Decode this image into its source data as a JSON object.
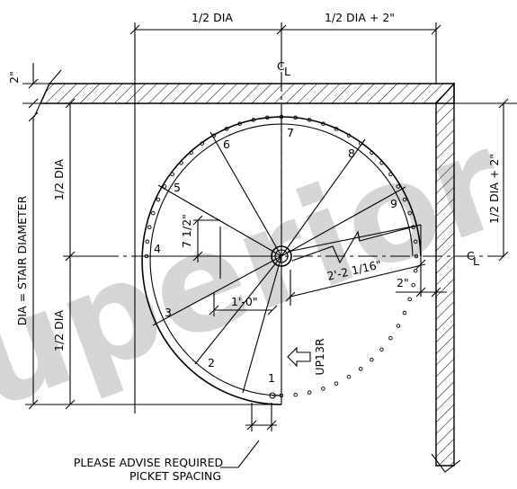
{
  "watermark": "uperior S",
  "labels": {
    "top_left_dim": "1/2 DIA",
    "top_right_dim": "1/2 DIA + 2\"",
    "wall_thickness": "2\"",
    "centerline_top": "C",
    "centerline_top_sub": "L",
    "centerline_right": "C",
    "centerline_right_sub": "L",
    "left_upper_dim": "1/2 DIA",
    "left_lower_dim": "1/2 DIA",
    "stair_diameter": "DIA = STAIR DIAMETER",
    "right_dim": "1/2 DIA + 2\"",
    "radius_dim": "2'-2 1/16\"",
    "gap_dim": "2\"",
    "rise_dim": "7 1/2\"",
    "tread_dim": "1'-0\"",
    "up_label": "UP13R",
    "note_line1": "PLEASE ADVISE REQUIRED",
    "note_line2": "PICKET SPACING"
  },
  "treads": [
    "1",
    "2",
    "3",
    "4",
    "5",
    "6",
    "7",
    "8",
    "9"
  ]
}
